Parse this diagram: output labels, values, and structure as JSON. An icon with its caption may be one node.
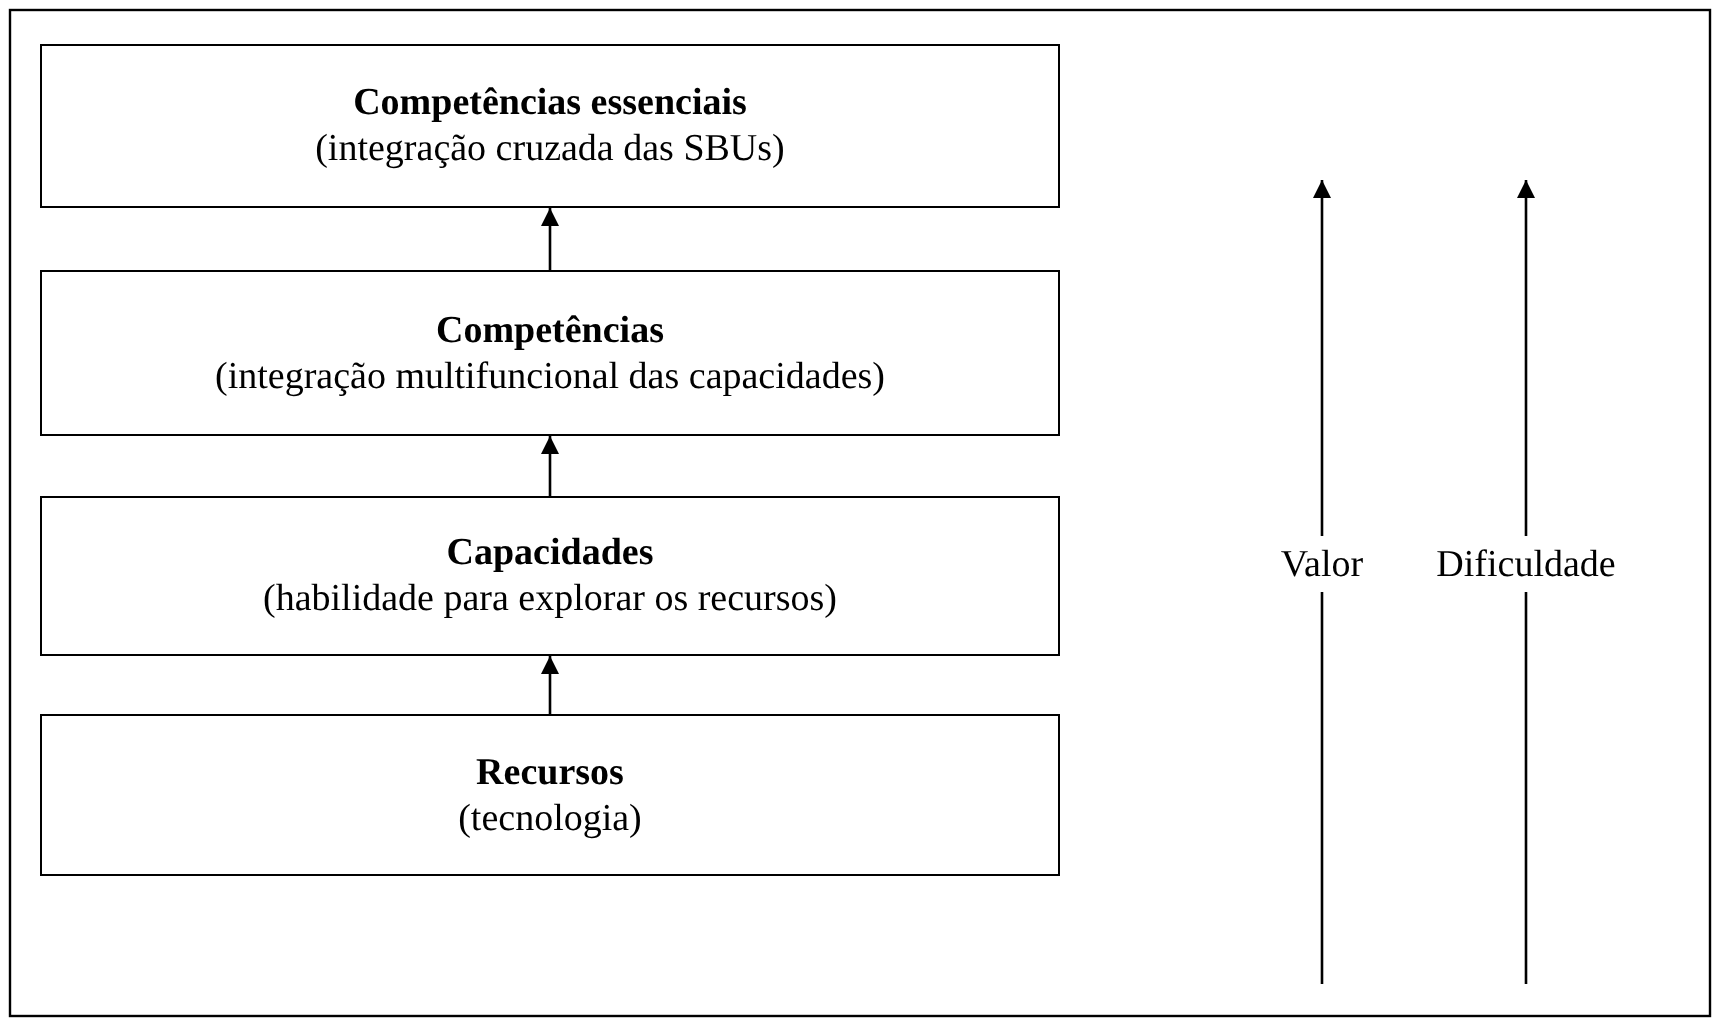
{
  "diagram": {
    "nodes": [
      {
        "text": [
          "Competências essenciais",
          "(integração cruzada das SBUs)"
        ]
      },
      {
        "text": [
          "Competências",
          "(integração multifuncional das capacidades)"
        ]
      },
      {
        "text": [
          "Capacidades",
          "(habilidade para explorar os recursos)"
        ]
      },
      {
        "text": [
          "Recursos",
          "(tecnologia)"
        ]
      }
    ],
    "edges": [
      {
        "from": 3,
        "to": 2,
        "arrow": "to"
      },
      {
        "from": 2,
        "to": 1,
        "arrow": "to"
      },
      {
        "from": 1,
        "to": 0,
        "arrow": "to"
      }
    ],
    "labels": [
      "Valor",
      "Dificuldade"
    ]
  }
}
